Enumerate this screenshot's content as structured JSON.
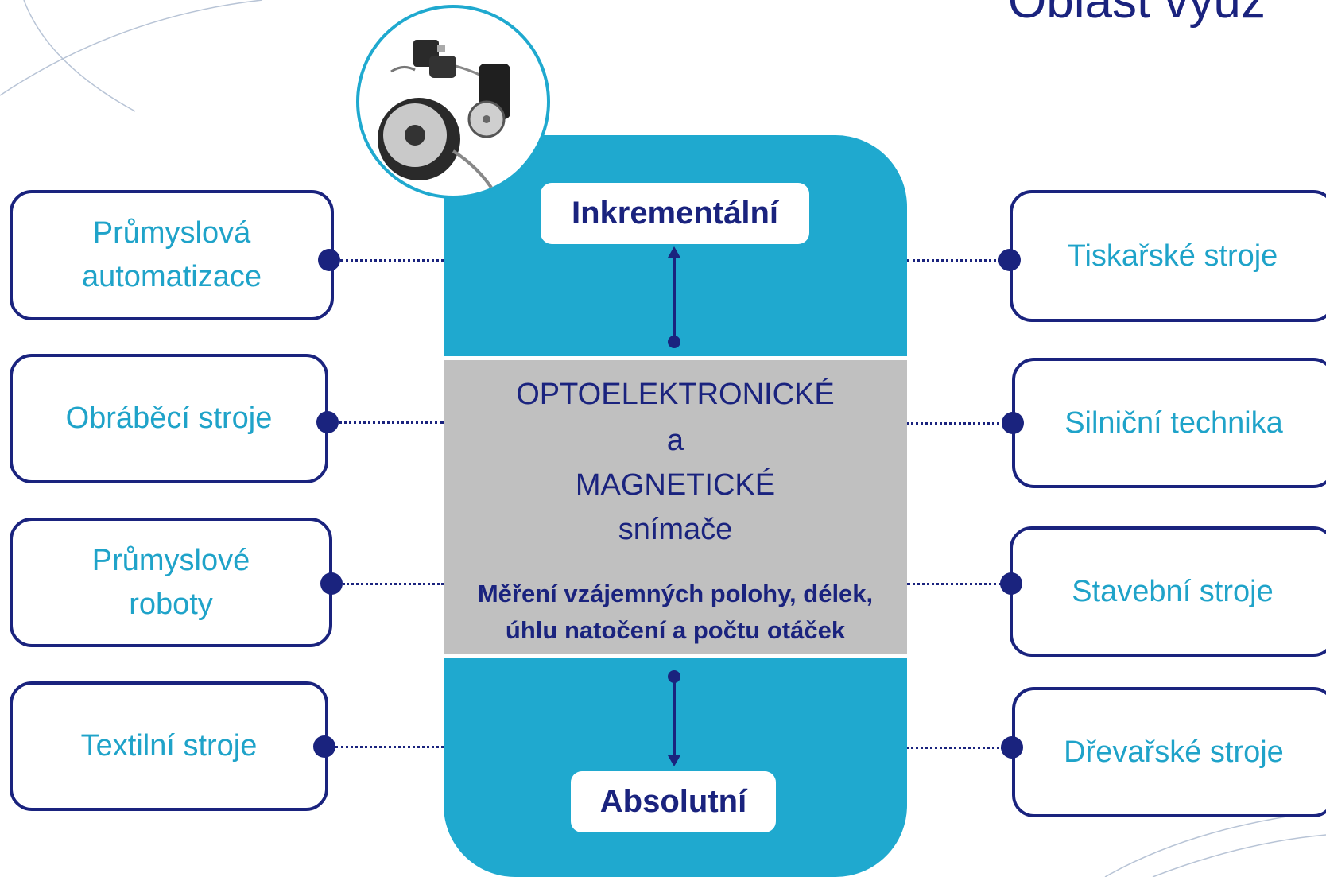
{
  "title": "Oblast využ",
  "photo_alt": "encoders-photo",
  "hub": {
    "top_label": "Inkrementální",
    "bottom_label": "Absolutní",
    "middle_lines": [
      "OPTOELEKTRONICKÉ",
      "a",
      "MAGNETICKÉ",
      "snímače"
    ],
    "middle_bold_lines": [
      "Měření vzájemných polohy, délek,",
      "úhlu natočení a počtu otáček"
    ]
  },
  "left_cards": [
    {
      "lines": [
        "Průmyslová",
        "automatizace"
      ]
    },
    {
      "lines": [
        "Obráběcí stroje"
      ]
    },
    {
      "lines": [
        "Průmyslové",
        "roboty"
      ]
    },
    {
      "lines": [
        "Textilní stroje"
      ]
    }
  ],
  "right_cards": [
    {
      "lines": [
        "Tiskařské stroje"
      ]
    },
    {
      "lines": [
        "Silniční technika"
      ]
    },
    {
      "lines": [
        "Stavební stroje"
      ]
    },
    {
      "lines": [
        "Dřevařské stroje"
      ]
    }
  ],
  "colors": {
    "navy": "#1a237e",
    "teal_text": "#1fa3c9",
    "hub": "#1fa9cf",
    "grey": "#c0c0c0"
  }
}
